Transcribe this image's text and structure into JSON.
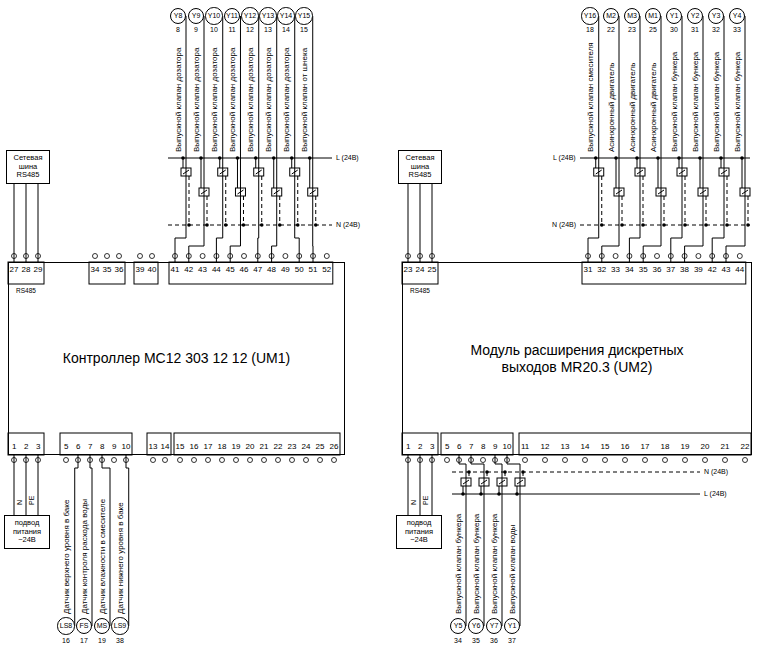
{
  "diagram": {
    "nodes": [
      {
        "text": [
          "Сетевая шина RS485"
        ]
      },
      {
        "text": [
          "Y8"
        ]
      },
      {
        "text": [
          "Y9"
        ]
      },
      {
        "text": [
          "Y10"
        ]
      },
      {
        "text": [
          "Y11"
        ]
      },
      {
        "text": [
          "Y12"
        ]
      },
      {
        "text": [
          "Y13"
        ]
      },
      {
        "text": [
          "Y14"
        ]
      },
      {
        "text": [
          "Y15"
        ]
      },
      {
        "text": [
          "Контроллер МС12 303 12 12 (UM1)"
        ]
      },
      {
        "text": [
          "подвод питания ~24В"
        ]
      },
      {
        "text": [
          "LS8"
        ]
      },
      {
        "text": [
          "FS"
        ]
      },
      {
        "text": [
          "MS"
        ]
      },
      {
        "text": [
          "LS9"
        ]
      },
      {
        "text": [
          "Сетевая шина RS485"
        ]
      },
      {
        "text": [
          "Y16"
        ]
      },
      {
        "text": [
          "M2"
        ]
      },
      {
        "text": [
          "M3"
        ]
      },
      {
        "text": [
          "M1"
        ]
      },
      {
        "text": [
          "Y1"
        ]
      },
      {
        "text": [
          "Y2"
        ]
      },
      {
        "text": [
          "Y3"
        ]
      },
      {
        "text": [
          "Y4"
        ]
      },
      {
        "text": [
          "Модуль расширения дискретных выходов MR20.3 (UM2)"
        ]
      },
      {
        "text": [
          "подвод питания ~24В"
        ]
      },
      {
        "text": [
          "Y5"
        ]
      },
      {
        "text": [
          "Y6"
        ]
      },
      {
        "text": [
          "Y7"
        ]
      },
      {
        "text": [
          "Y1"
        ]
      }
    ],
    "edges": [
      {
        "from": 0,
        "to": 9,
        "arrow": "none"
      },
      {
        "from": 1,
        "to": 9,
        "arrow": "none"
      },
      {
        "from": 2,
        "to": 9,
        "arrow": "none"
      },
      {
        "from": 3,
        "to": 9,
        "arrow": "none"
      },
      {
        "from": 4,
        "to": 9,
        "arrow": "none"
      },
      {
        "from": 5,
        "to": 9,
        "arrow": "none"
      },
      {
        "from": 6,
        "to": 9,
        "arrow": "none"
      },
      {
        "from": 7,
        "to": 9,
        "arrow": "none"
      },
      {
        "from": 8,
        "to": 9,
        "arrow": "none"
      },
      {
        "from": 10,
        "to": 9,
        "arrow": "none"
      },
      {
        "from": 11,
        "to": 9,
        "arrow": "none"
      },
      {
        "from": 12,
        "to": 9,
        "arrow": "none"
      },
      {
        "from": 13,
        "to": 9,
        "arrow": "none"
      },
      {
        "from": 14,
        "to": 9,
        "arrow": "none"
      },
      {
        "from": 15,
        "to": 24,
        "arrow": "none"
      },
      {
        "from": 16,
        "to": 24,
        "arrow": "none"
      },
      {
        "from": 17,
        "to": 24,
        "arrow": "none"
      },
      {
        "from": 18,
        "to": 24,
        "arrow": "none"
      },
      {
        "from": 19,
        "to": 24,
        "arrow": "none"
      },
      {
        "from": 20,
        "to": 24,
        "arrow": "none"
      },
      {
        "from": 21,
        "to": 24,
        "arrow": "none"
      },
      {
        "from": 22,
        "to": 24,
        "arrow": "none"
      },
      {
        "from": 23,
        "to": 24,
        "arrow": "none"
      },
      {
        "from": 25,
        "to": 24,
        "arrow": "none"
      },
      {
        "from": 26,
        "to": 24,
        "arrow": "none"
      },
      {
        "from": 27,
        "to": 24,
        "arrow": "none"
      },
      {
        "from": 28,
        "to": 24,
        "arrow": "none"
      },
      {
        "from": 29,
        "to": 24,
        "arrow": "none"
      }
    ],
    "labels": [
      "Выпускной клапан дозатора",
      "Выпускной клапан дозатора",
      "Выпускной клапан дозатора",
      "Выпускной клапан дозатора",
      "Выпускной клапан дозатора",
      "Выпускной клапан дозатора",
      "Выпускной клапан дозатора",
      "Выпускной клапан от шнека",
      "8",
      "9",
      "10",
      "11",
      "12",
      "13",
      "14",
      "15",
      "27",
      "28",
      "29",
      "34",
      "35",
      "36",
      "39",
      "40",
      "41",
      "42",
      "43",
      "44",
      "45",
      "46",
      "47",
      "48",
      "49",
      "50",
      "51",
      "52",
      "RS485",
      "1",
      "2",
      "3",
      "5",
      "6",
      "7",
      "8",
      "9",
      "10",
      "13",
      "14",
      "15",
      "16",
      "17",
      "18",
      "19",
      "20",
      "21",
      "22",
      "23",
      "24",
      "25",
      "26",
      "N",
      "PE",
      "Датчик верхнего уровня в баке",
      "Датчик контроля расхода воды",
      "Датчик влажности в смесителе",
      "Датчик нижнего уровня в баке",
      "16",
      "17",
      "19",
      "38",
      "L (24В)",
      "N (24В)",
      "Выпускной клапан смесителя",
      "Асинхронный двигатель",
      "Асинхронный двигатель",
      "Асинхронный двигатель",
      "Выпускной клапан бункера",
      "Выпускной клапан бункера",
      "Выпускной клапан бункера",
      "Выпускной клапан бункера",
      "18",
      "22",
      "23",
      "25",
      "30",
      "31",
      "32",
      "33",
      "23",
      "24",
      "25",
      "31",
      "32",
      "33",
      "34",
      "35",
      "36",
      "37",
      "38",
      "39",
      "42",
      "43",
      "44",
      "RS485",
      "1",
      "2",
      "3",
      "5",
      "6",
      "7",
      "8",
      "9",
      "10",
      "11",
      "12",
      "13",
      "14",
      "15",
      "16",
      "17",
      "18",
      "19",
      "20",
      "21",
      "22",
      "N",
      "PE",
      "Выпускной клапан бункера",
      "Выпускной клапан бункера",
      "Выпускной клапан бункера",
      "Выпускной клапан воды",
      "34",
      "35",
      "36",
      "37",
      "L (24В)",
      "N (24В)",
      "N (24В)",
      "L (24В)"
    ]
  }
}
